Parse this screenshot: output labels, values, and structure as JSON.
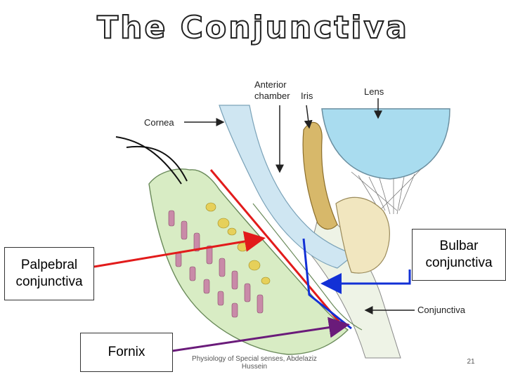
{
  "slide": {
    "title": "The Conjunctiva",
    "footer_text": "Physiology of Special senses, Abdelaziz Hussein",
    "page_number": "21"
  },
  "diagram": {
    "labels": {
      "anterior_chamber_1": "Anterior",
      "anterior_chamber_2": "chamber",
      "iris": "Iris",
      "lens": "Lens",
      "cornea": "Cornea",
      "conjunctiva": "Conjunctiva"
    },
    "callouts": {
      "palpebral_line1": "Palpebral",
      "palpebral_line2": "conjunctiva",
      "bulbar_line1": "Bulbar",
      "bulbar_line2": "conjunctiva",
      "fornix": "Fornix"
    },
    "colors": {
      "palpebral_arrow": "#e21b1b",
      "bulbar_arrow": "#1230d6",
      "fornix_arrow": "#6a1b7a",
      "lens": "#a9dcef",
      "cornea": "#cfe6f2",
      "eyelid": "#d8ecc4"
    }
  }
}
